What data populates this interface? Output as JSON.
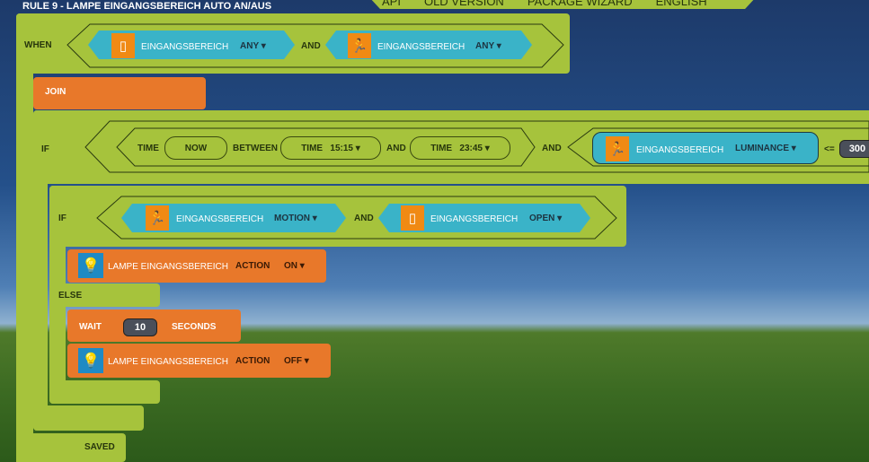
{
  "title": "RULE 9 - LAMPE EINGANGSBEREICH AUTO AN/AUS",
  "menu": [
    "API",
    "OLD VERSION",
    "PACKAGE WIZARD",
    "ENGLISH"
  ],
  "when": {
    "label": "WHEN",
    "and": "AND",
    "c1": {
      "icon": "door-icon",
      "device": "EINGANGSBEREICH",
      "value": "ANY"
    },
    "c2": {
      "icon": "motion-icon",
      "device": "EINGANGSBEREICH",
      "value": "ANY"
    }
  },
  "join": "JOIN",
  "if1": {
    "label": "IF",
    "time": "TIME",
    "now": "NOW",
    "between": "BETWEEN",
    "t1": "15:15",
    "and": "AND",
    "t2": "23:45",
    "and2": "AND",
    "device": "EINGANGSBEREICH",
    "prop": "LUMINANCE",
    "op": "<=",
    "value": "300"
  },
  "if2": {
    "label": "IF",
    "and": "AND",
    "c1": {
      "device": "EINGANGSBEREICH",
      "value": "MOTION"
    },
    "c2": {
      "device": "EINGANGSBEREICH",
      "value": "OPEN"
    }
  },
  "on": {
    "device": "LAMPE EINGANGSBEREICH",
    "action": "ACTION",
    "value": "ON"
  },
  "else": "ELSE",
  "wait": {
    "label": "WAIT",
    "value": "10",
    "unit": "SECONDS"
  },
  "off": {
    "device": "LAMPE EINGANGSBEREICH",
    "action": "ACTION",
    "value": "OFF"
  },
  "status": "SAVED"
}
